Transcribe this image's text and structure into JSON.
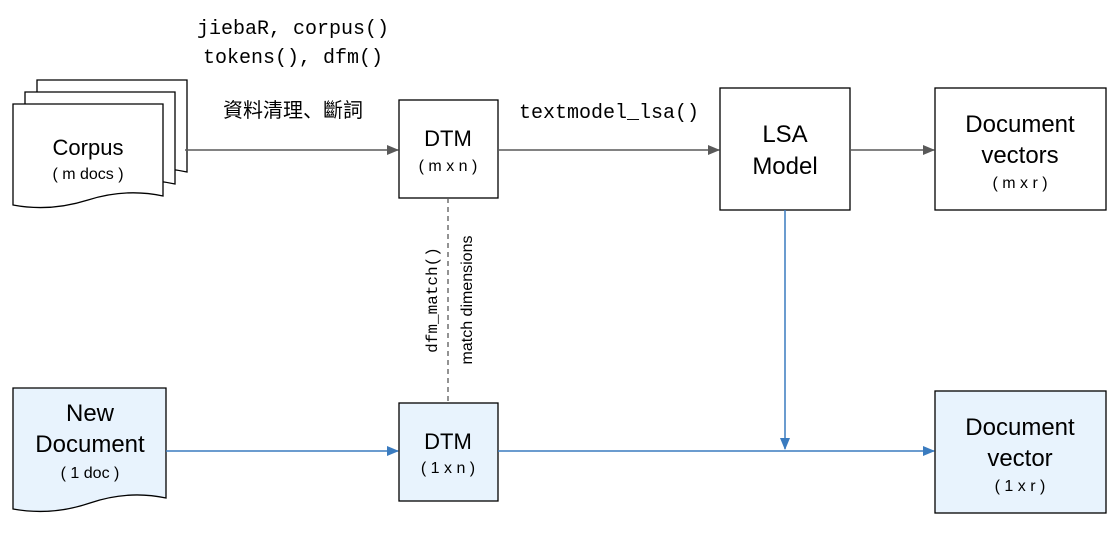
{
  "top_annotation": {
    "line1": "jiebaR, corpus()",
    "line2": "tokens(), dfm()",
    "cleaning": "資料清理、斷詞"
  },
  "corpus": {
    "title": "Corpus",
    "sub": "( m docs )"
  },
  "dtm_top": {
    "title": "DTM",
    "sub": "( m x n )"
  },
  "lsa_function": "textmodel_lsa()",
  "lsa_model": {
    "line1": "LSA",
    "line2": "Model"
  },
  "doc_vectors": {
    "line1": "Document",
    "line2": "vectors",
    "sub": "( m x r )"
  },
  "match": {
    "function": "dfm_match()",
    "description": "match dimensions"
  },
  "new_document": {
    "line1": "New",
    "line2": "Document",
    "sub": "( 1 doc )"
  },
  "dtm_bottom": {
    "title": "DTM",
    "sub": "( 1 x n )"
  },
  "doc_vector": {
    "line1": "Document",
    "line2": "vector",
    "sub": "( 1 x r )"
  },
  "colors": {
    "stroke": "#000000",
    "connector": "#595959",
    "blue_arrow": "#3a7bbf",
    "highlight_fill": "#e8f3fd"
  }
}
